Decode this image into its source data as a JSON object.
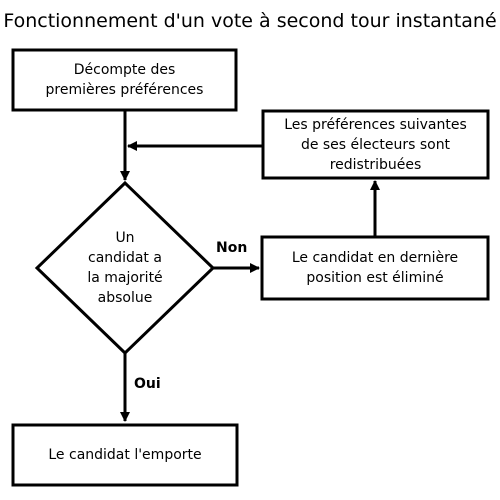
{
  "diagram": {
    "title": "Fonctionnement d'un vote à second tour instantané",
    "nodes": {
      "count_first": "Décompte des\npremières préférences",
      "majority_check": "Un\ncandidat a\nla majorité\nabsolue",
      "eliminate_last": "Le candidat en dernière\nposition est éliminé",
      "redistribute": "Les préférences suivantes\nde ses électeurs sont\nredistribuées",
      "winner": "Le candidat l'emporte"
    },
    "edges": {
      "no_label": "Non",
      "yes_label": "Oui"
    },
    "colors": {
      "stroke": "#000000",
      "background": "#ffffff"
    }
  }
}
